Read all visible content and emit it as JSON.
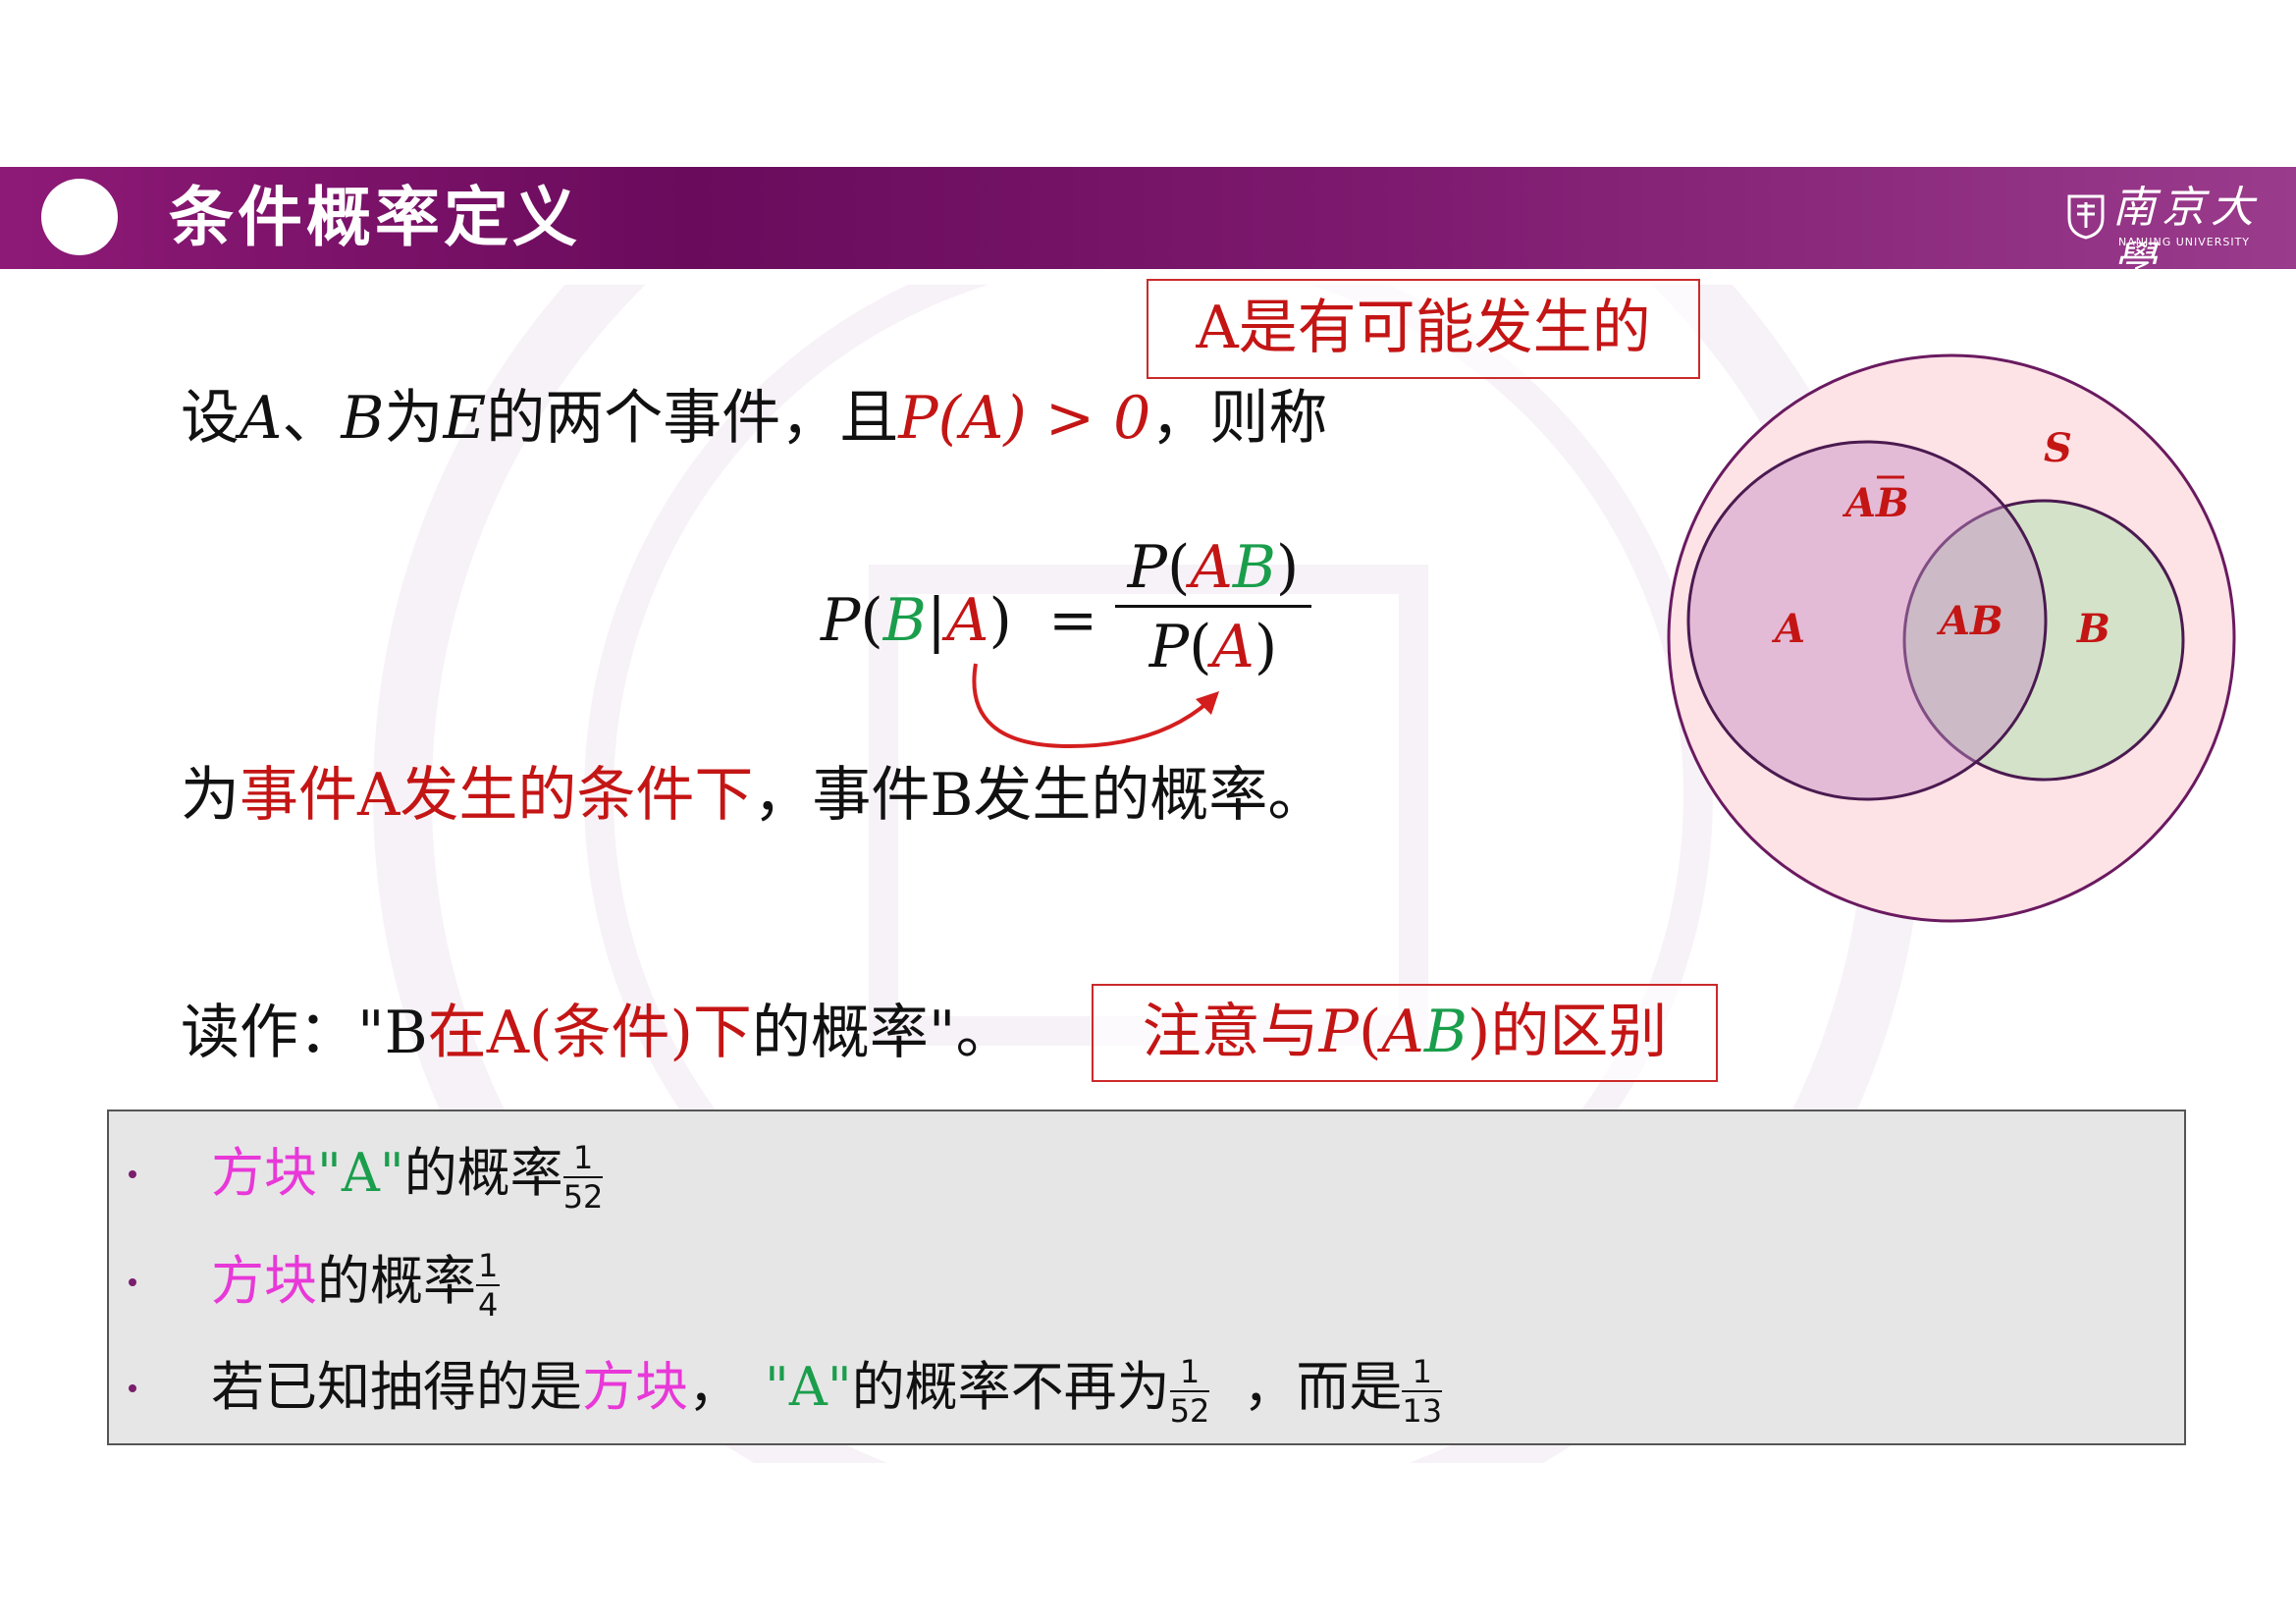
{
  "header": {
    "title": "条件概率定义",
    "logo_name": "南京大學",
    "logo_en": "NANJING UNIVERSITY"
  },
  "callout_possible": "A是有可能发生的",
  "definition": {
    "t1": "设",
    "A": "A",
    "sep": "、",
    "B": "B",
    "t2": "为",
    "E": "E",
    "t3": "的两个事件，且",
    "cond": "P(A) > 0",
    "t4": "，则称"
  },
  "formula": {
    "P": "P",
    "lp": "(",
    "B": "B",
    "bar": "|",
    "A": "A",
    "rp": ")",
    "eq": "=",
    "num_P": "P",
    "num_lp": "(",
    "num_A": "A",
    "num_B": "B",
    "num_rp": ")",
    "den_P": "P",
    "den_lp": "(",
    "den_A": "A",
    "den_rp": ")"
  },
  "meaning": {
    "t1": "为",
    "t2": "事件A发生的条件下",
    "t3": "，事件B发生的概率。"
  },
  "reading": {
    "t1": "读作：\"B",
    "t2": "在A(条件)下",
    "t3": "的概率\"。"
  },
  "callout_difference": {
    "t1": "注意与",
    "P": "P",
    "lp": "(",
    "A": "A",
    "B": "B",
    "rp": ")",
    "t2": "的区别"
  },
  "venn": {
    "S": "S",
    "A": "A",
    "B": "B",
    "AB": "AB",
    "A_notB_A": "A",
    "A_notB_B": "B"
  },
  "notes": [
    {
      "t1": "方块",
      "t2": "\"A\"",
      "t3": "的概率",
      "num": "1",
      "den": "52"
    },
    {
      "t1": "方块",
      "t3": "的概率",
      "num": "1",
      "den": "4"
    },
    {
      "t0": "若已知抽得的是",
      "t1": "方块",
      "t_sep": "，",
      "t2": "\"A\"",
      "t3": "的概率不再为",
      "num": "1",
      "den": "52",
      "t4": "，而是",
      "num2": "1",
      "den2": "13"
    }
  ]
}
